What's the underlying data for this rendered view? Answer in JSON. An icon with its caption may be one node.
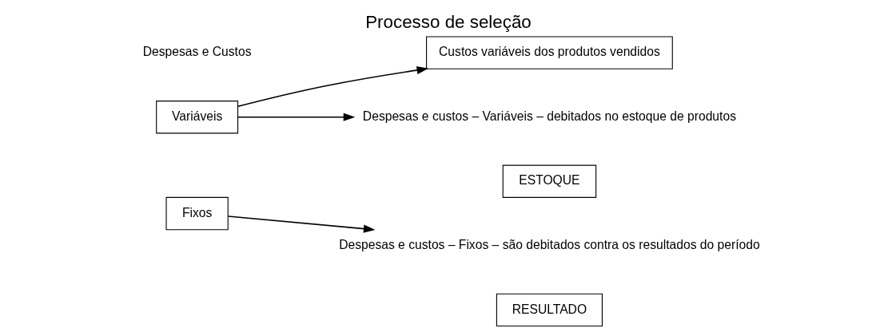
{
  "diagram": {
    "title": "Processo de seleção",
    "nodes": [
      {
        "text": [
          "Variáveis"
        ]
      },
      {
        "text": [
          "Fixos"
        ]
      },
      {
        "text": [
          "Custos variáveis dos produtos vendidos"
        ]
      },
      {
        "text": [
          "Despesas e custos – Variáveis – debitados no estoque de produtos"
        ]
      },
      {
        "text": [
          "Despesas e custos – Fixos – são debitados contra os resultados do período"
        ]
      },
      {
        "text": [
          "ESTOQUE"
        ]
      },
      {
        "text": [
          "RESULTADO"
        ]
      }
    ],
    "edges": [
      {
        "from": 0,
        "to": 2,
        "arrow": "to"
      },
      {
        "from": 0,
        "to": 3,
        "arrow": "to"
      },
      {
        "from": 1,
        "to": 4,
        "arrow": "to"
      }
    ],
    "labels": [
      "Despesas e Custos"
    ]
  }
}
